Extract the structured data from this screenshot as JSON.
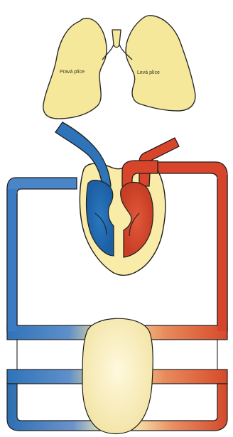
{
  "labels": {
    "right_lung": "Pravá plíce",
    "left_lung": "Levá plíce"
  },
  "colors": {
    "background": "#ffffff",
    "lung_fill": "#f6e89a",
    "lung_outline": "#2b2b2b",
    "heart_fill": "#f9eba8",
    "deoxygenated_blood": "#1f6fb3",
    "oxygenated_blood": "#d9452b",
    "body_capillaries": "#f8ecb0",
    "outline": "#1e1e1e"
  },
  "elements": [
    "right-lung",
    "left-lung",
    "trachea",
    "heart",
    "right-ventricle",
    "left-ventricle",
    "pulmonary-artery",
    "pulmonary-vein",
    "systemic-vein-loop",
    "systemic-artery-loop",
    "body-capillary-bed"
  ]
}
